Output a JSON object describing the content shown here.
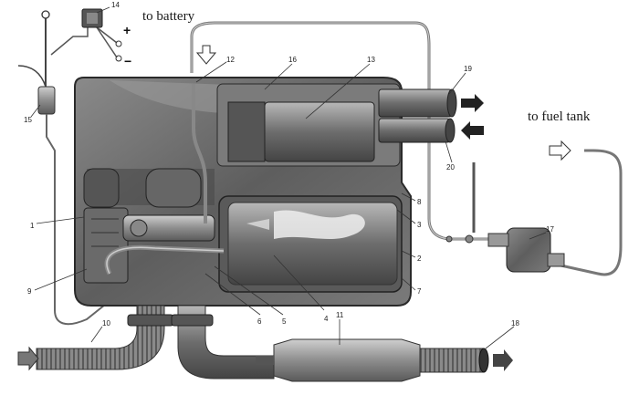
{
  "labels": {
    "to_battery": "to battery",
    "to_fuel_tank": "to fuel tank",
    "plus": "+",
    "minus": "−"
  },
  "callouts": [
    "1",
    "2",
    "3",
    "4",
    "5",
    "6",
    "7",
    "8",
    "9",
    "10",
    "11",
    "12",
    "13",
    "14",
    "15",
    "16",
    "17",
    "18",
    "19",
    "20"
  ],
  "colors": {
    "housing": "#6f6f6f",
    "housing_dark": "#3d3d3d",
    "pipe": "#a9a9a9",
    "flame": "#e8e8e8",
    "arrow_fill": "#555555"
  }
}
